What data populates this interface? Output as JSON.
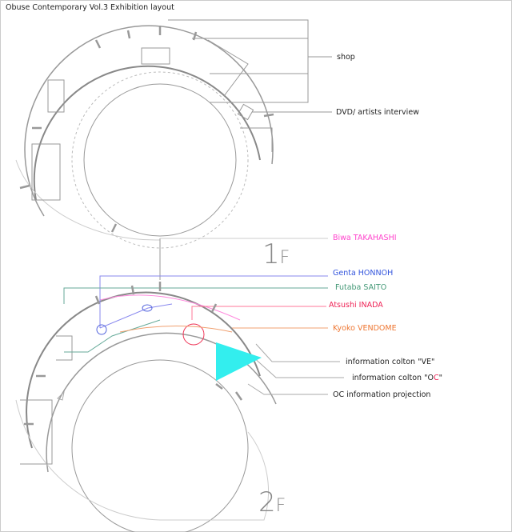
{
  "title": "Obuse Contemporary Vol.3 Exhibition layout",
  "floors": {
    "first": {
      "number": "1",
      "suffix": "F"
    },
    "second": {
      "number": "2",
      "suffix": "F"
    }
  },
  "labels": {
    "shop": "shop",
    "dvd": "DVD/ artists interview",
    "info_ve": "information colton \"VE\"",
    "info_oc_prefix": "information colton \"O",
    "info_oc_c": "C",
    "info_oc_suffix": "\"",
    "oc_projection": "OC information projection"
  },
  "artists": [
    {
      "name": "Biwa TAKAHASHI",
      "color": "#ff44cc"
    },
    {
      "name": "Genta HONNOH",
      "color": "#3355dd"
    },
    {
      "name": "Futaba SAITO",
      "color": "#449977"
    },
    {
      "name": "Atsushi INADA",
      "color": "#ee2255"
    },
    {
      "name": "Kyoko VENDOME",
      "color": "#ee7733"
    }
  ],
  "colors": {
    "wall": "#999999",
    "projection": "#33eeee"
  }
}
